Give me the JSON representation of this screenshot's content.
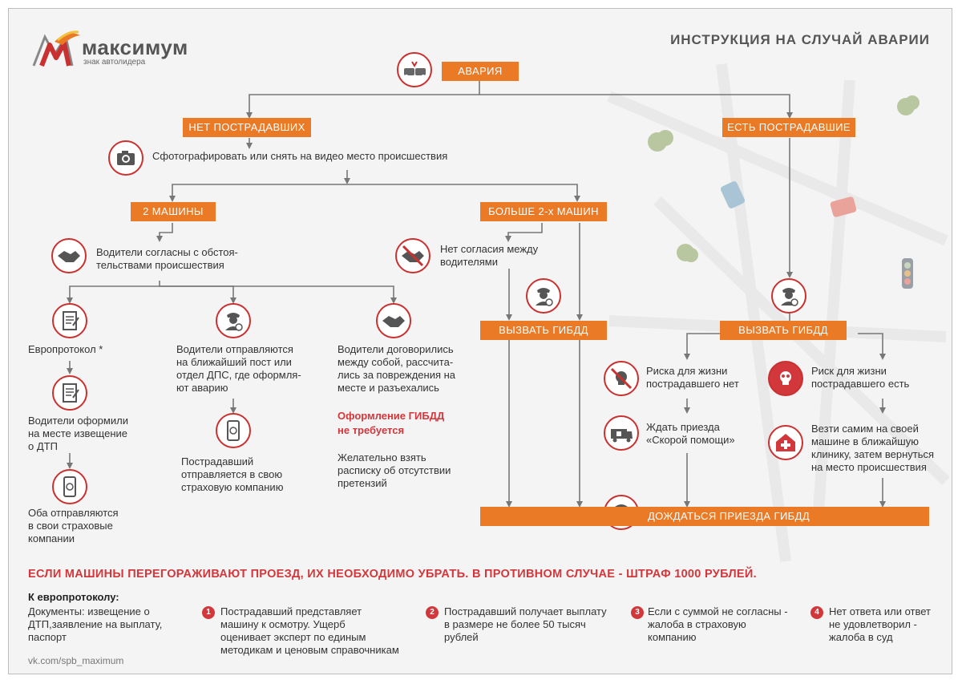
{
  "colors": {
    "accent": "#ea7a26",
    "danger": "#d1373b",
    "icon_border": "#c8312f",
    "line": "#777777"
  },
  "logo": {
    "name": "максимум",
    "tagline": "знак автолидера"
  },
  "title": "ИНСТРУКЦИЯ НА СЛУЧАЙ АВАРИИ",
  "nodes": {
    "accident": "АВАРИЯ",
    "no_injured": "НЕТ ПОСТРАДАВШИХ",
    "injured": "ЕСТЬ ПОСТРАДАВШИЕ",
    "photo": "Сфотографировать или снять на видео место происшествия",
    "two_cars": "2  МАШИНЫ",
    "more_cars": "БОЛЬШЕ 2-х МАШИН",
    "agree_line1": "Водители согласны с обстоя-",
    "agree_line2": "тельствами происшествия",
    "disagree_line1": "Нет согласия между",
    "disagree_line2": "водителями",
    "call_police_left": "ВЫЗВАТЬ ГИБДД",
    "call_police_right": "ВЫЗВАТЬ ГИБДД",
    "europrotocol": "Европротокол *",
    "drivers_filled": [
      "Водители оформили",
      "на месте извещение",
      "о ДТП"
    ],
    "both_insurance": [
      "Оба отправляются",
      "в свои страховые",
      "компании"
    ],
    "go_post": [
      "Водители отправляются",
      "на ближайший пост или",
      "отдел ДПС, где оформля-",
      "ют аварию"
    ],
    "victim_insurance": [
      "Пострадавший",
      "отправляется в свою",
      "страховую компанию"
    ],
    "agreed_damage": [
      "Водители договорились",
      "между собой, рассчита-",
      "лись за повреждения на",
      "месте и разъехались"
    ],
    "no_police_needed": [
      "Оформление ГИБДД",
      "не требуется"
    ],
    "receipt": [
      "Желательно взять",
      "расписку об отсутствии",
      "претензий"
    ],
    "no_risk": [
      "Риска для жизни",
      "пострадавшего нет"
    ],
    "risk": [
      "Риск для жизни",
      "пострадавшего есть"
    ],
    "wait_ambulance": [
      "Ждать приезда",
      "«Скорой помощи»"
    ],
    "take_clinic": [
      "Везти самим на своей",
      "машине в ближайшую",
      "клинику, затем вернуться",
      "на место происшествия"
    ],
    "wait_police": "ДОЖДАТЬСЯ ПРИЕЗДА ГИБДД"
  },
  "warning": "ЕСЛИ МАШИНЫ ПЕРЕГОРАЖИВАЮТ ПРОЕЗД, ИХ НЕОБХОДИМО УБРАТЬ. В ПРОТИВНОМ СЛУЧАЕ - ШТРАФ 1000 РУБЛЕЙ.",
  "footer": {
    "heading": "К европротоколу:",
    "documents": [
      "Документы: извещение о",
      "ДТП,заявление на выплату,",
      "паспорт"
    ],
    "steps": [
      {
        "num": "1",
        "lines": [
          "Пострадавший представляет",
          "машину к осмотру. Ущерб",
          "оценивает эксперт по единым",
          "методикам и ценовым справочникам"
        ]
      },
      {
        "num": "2",
        "lines": [
          "Пострадавший получает выплату",
          "в размере не более 50 тысяч",
          "рублей"
        ]
      },
      {
        "num": "3",
        "lines": [
          "Если с суммой не согласны -",
          "жалоба в страховую",
          "компанию"
        ]
      },
      {
        "num": "4",
        "lines": [
          "Нет ответа или ответ",
          "не удовлетворил -",
          "жалоба в суд"
        ]
      }
    ],
    "link": "vk.com/spb_maximum"
  },
  "icons": [
    "crash-icon",
    "camera-icon",
    "handshake-icon",
    "no-handshake-icon",
    "policeman-icon",
    "document-icon",
    "phone-money-icon",
    "skull-icon",
    "no-skull-icon",
    "ambulance-icon",
    "clinic-icon"
  ]
}
